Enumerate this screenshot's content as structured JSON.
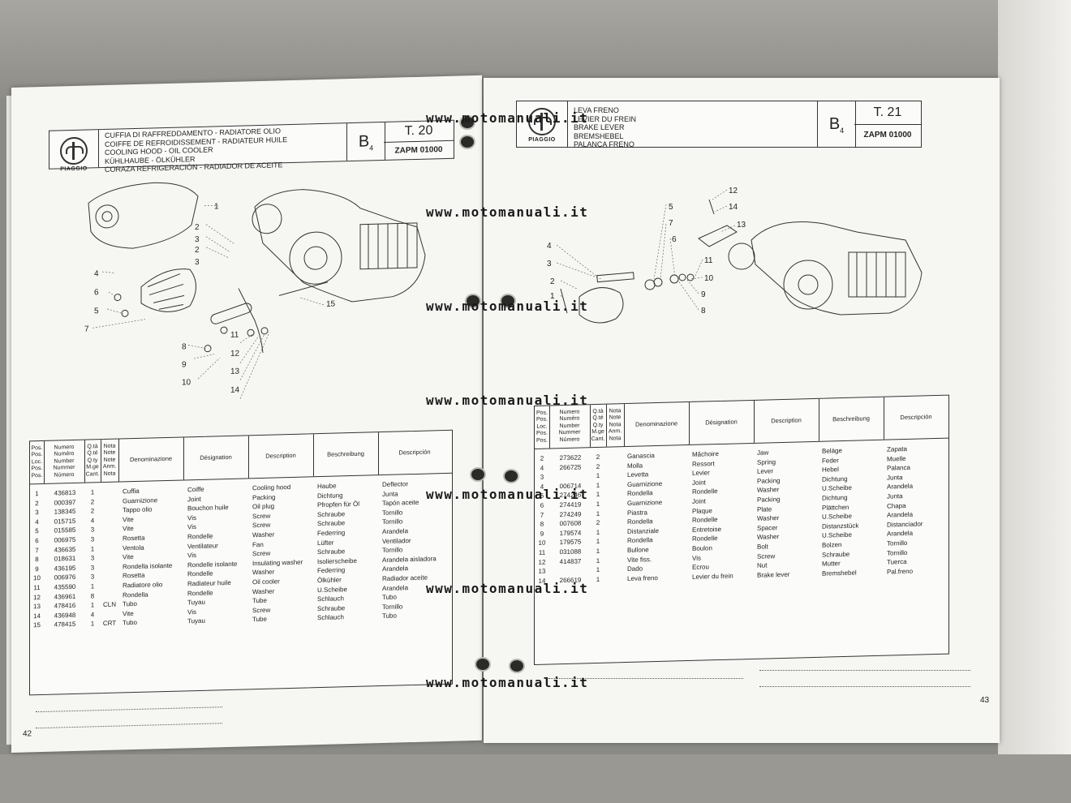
{
  "watermark": "www.motomanuali.it",
  "left": {
    "brand": "PIAGGIO",
    "titles": [
      "CUFFIA DI RAFFREDDAMENTO - RADIATORE OLIO",
      "COIFFE DE REFROIDISSEMENT - RADIATEUR HUILE",
      "COOLING HOOD - OIL COOLER",
      "KÜHLHAUBE - ÖLKÜHLER",
      "CORAZA REFRIGERACIÓN - RADIADOR DE ACEITE"
    ],
    "group": "B",
    "group_sub": "4",
    "table_no": "T. 20",
    "model": "ZAPM 01000",
    "page_number": "42",
    "callouts": [
      "1",
      "2",
      "3",
      "2",
      "3",
      "4",
      "6",
      "5",
      "7",
      "8",
      "9",
      "10",
      "11",
      "12",
      "13",
      "14",
      "15"
    ],
    "headers": {
      "pos": "Pos.\nPos.\nLoc.\nPos.\nPos.",
      "numero": "Numero\nNuméro\nNumber\nNummer\nNúmero",
      "qty": "Q.tà\nQ.té\nQ.ty\nM.ge\nCant.",
      "nota": "Nota\nNote\nNote\nAnm.\nNota",
      "it": "Denominazione",
      "fr": "Désignation",
      "en": "Description",
      "de": "Beschreibung",
      "es": "Descripción"
    },
    "rows": [
      {
        "pos": "1",
        "num": "436813",
        "qty": "1",
        "note": "",
        "it": "Cuffia",
        "fr": "Coiffe",
        "en": "Cooling hood",
        "de": "Haube",
        "es": "Deflector"
      },
      {
        "pos": "2",
        "num": "000397",
        "qty": "2",
        "note": "",
        "it": "Guarnizione",
        "fr": "Joint",
        "en": "Packing",
        "de": "Dichtung",
        "es": "Junta"
      },
      {
        "pos": "3",
        "num": "138345",
        "qty": "2",
        "note": "",
        "it": "Tappo olio",
        "fr": "Bouchon huile",
        "en": "Oil plug",
        "de": "Pfropfen für Öl",
        "es": "Tapón aceite"
      },
      {
        "pos": "4",
        "num": "015715",
        "qty": "4",
        "note": "",
        "it": "Vite",
        "fr": "Vis",
        "en": "Screw",
        "de": "Schraube",
        "es": "Tornillo"
      },
      {
        "pos": "5",
        "num": "015585",
        "qty": "3",
        "note": "",
        "it": "Vite",
        "fr": "Vis",
        "en": "Screw",
        "de": "Schraube",
        "es": "Tornillo"
      },
      {
        "pos": "6",
        "num": "006975",
        "qty": "3",
        "note": "",
        "it": "Rosetta",
        "fr": "Rondelle",
        "en": "Washer",
        "de": "Federring",
        "es": "Arandela"
      },
      {
        "pos": "7",
        "num": "436635",
        "qty": "1",
        "note": "",
        "it": "Ventola",
        "fr": "Ventilateur",
        "en": "Fan",
        "de": "Lüfter",
        "es": "Ventilador"
      },
      {
        "pos": "8",
        "num": "018631",
        "qty": "3",
        "note": "",
        "it": "Vite",
        "fr": "Vis",
        "en": "Screw",
        "de": "Schraube",
        "es": "Tornillo"
      },
      {
        "pos": "9",
        "num": "436195",
        "qty": "3",
        "note": "",
        "it": "Rondella isolante",
        "fr": "Rondelle isolante",
        "en": "Insulating washer",
        "de": "Isolierscheibe",
        "es": "Arandela aisladora"
      },
      {
        "pos": "10",
        "num": "006976",
        "qty": "3",
        "note": "",
        "it": "Rosetta",
        "fr": "Rondelle",
        "en": "Washer",
        "de": "Federring",
        "es": "Arandela"
      },
      {
        "pos": "11",
        "num": "435590",
        "qty": "1",
        "note": "",
        "it": "Radiatore olio",
        "fr": "Radiateur huile",
        "en": "Oil cooler",
        "de": "Ölkühler",
        "es": "Radiador aceite"
      },
      {
        "pos": "12",
        "num": "436961",
        "qty": "8",
        "note": "",
        "it": "Rondella",
        "fr": "Rondelle",
        "en": "Washer",
        "de": "U.Scheibe",
        "es": "Arandela"
      },
      {
        "pos": "13",
        "num": "478416",
        "qty": "1",
        "note": "CLN",
        "it": "Tubo",
        "fr": "Tuyau",
        "en": "Tube",
        "de": "Schlauch",
        "es": "Tubo"
      },
      {
        "pos": "14",
        "num": "436948",
        "qty": "4",
        "note": "",
        "it": "Vite",
        "fr": "Vis",
        "en": "Screw",
        "de": "Schraube",
        "es": "Tornillo"
      },
      {
        "pos": "15",
        "num": "478415",
        "qty": "1",
        "note": "CRT",
        "it": "Tubo",
        "fr": "Tuyau",
        "en": "Tube",
        "de": "Schlauch",
        "es": "Tubo"
      }
    ]
  },
  "right": {
    "brand": "PIAGGIO",
    "titles": [
      "LEVA FRENO",
      "LEVIER DU FREIN",
      "BRAKE LEVER",
      "BREMSHEBEL",
      "PALANCA FRENO"
    ],
    "group": "B",
    "group_sub": "4",
    "table_no": "T. 21",
    "model": "ZAPM 01000",
    "page_number": "43",
    "callouts": [
      "12",
      "14",
      "13",
      "5",
      "7",
      "6",
      "4",
      "3",
      "2",
      "1",
      "11",
      "10",
      "9",
      "8"
    ],
    "headers": {
      "pos": "Pos.\nPos.\nLoc.\nPos.\nPos.",
      "numero": "Numero\nNuméro\nNumber\nNummer\nNúmero",
      "qty": "Q.tà\nQ.té\nQ.ty\nM.ge\nCant.",
      "nota": "Nota\nNote\nNota\nAnm.\nNota",
      "it": "Denominazione",
      "fr": "Désignation",
      "en": "Description",
      "de": "Beschreibung",
      "es": "Descripción"
    },
    "rows": [
      {
        "pos": "2",
        "num": "273622",
        "qty": "2",
        "note": "",
        "it": "Ganascia",
        "fr": "Mâchoire",
        "en": "Jaw",
        "de": "Beläge",
        "es": "Zapata"
      },
      {
        "pos": "4",
        "num": "266725",
        "qty": "2",
        "note": "",
        "it": "Molla",
        "fr": "Ressort",
        "en": "Spring",
        "de": "Feder",
        "es": "Muelle"
      },
      {
        "pos": "3",
        "num": "",
        "qty": "1",
        "note": "",
        "it": "Levetta",
        "fr": "Levier",
        "en": "Lever",
        "de": "Hebel",
        "es": "Palanca"
      },
      {
        "pos": "4",
        "num": "006714",
        "qty": "1",
        "note": "",
        "it": "Guarnizione",
        "fr": "Joint",
        "en": "Packing",
        "de": "Dichtung",
        "es": "Junta"
      },
      {
        "pos": "5",
        "num": "274246",
        "qty": "1",
        "note": "",
        "it": "Rondella",
        "fr": "Rondelle",
        "en": "Washer",
        "de": "U.Scheibe",
        "es": "Arandela"
      },
      {
        "pos": "6",
        "num": "274419",
        "qty": "1",
        "note": "",
        "it": "Guarnizione",
        "fr": "Joint",
        "en": "Packing",
        "de": "Dichtung",
        "es": "Junta"
      },
      {
        "pos": "7",
        "num": "274249",
        "qty": "1",
        "note": "",
        "it": "Piastra",
        "fr": "Plaque",
        "en": "Plate",
        "de": "Plättchen",
        "es": "Chapa"
      },
      {
        "pos": "8",
        "num": "007608",
        "qty": "2",
        "note": "",
        "it": "Rondella",
        "fr": "Rondelle",
        "en": "Washer",
        "de": "U.Scheibe",
        "es": "Arandela"
      },
      {
        "pos": "9",
        "num": "179574",
        "qty": "1",
        "note": "",
        "it": "Distanziale",
        "fr": "Entretoise",
        "en": "Spacer",
        "de": "Distanzstück",
        "es": "Distanciador"
      },
      {
        "pos": "10",
        "num": "179575",
        "qty": "1",
        "note": "",
        "it": "Rondella",
        "fr": "Rondelle",
        "en": "Washer",
        "de": "U.Scheibe",
        "es": "Arandela"
      },
      {
        "pos": "11",
        "num": "031088",
        "qty": "1",
        "note": "",
        "it": "Bullone",
        "fr": "Boulon",
        "en": "Bolt",
        "de": "Bolzen",
        "es": "Tornillo"
      },
      {
        "pos": "12",
        "num": "414837",
        "qty": "1",
        "note": "",
        "it": "Vite fiss.",
        "fr": "Vis",
        "en": "Screw",
        "de": "Schraube",
        "es": "Tornillo"
      },
      {
        "pos": "13",
        "num": "",
        "qty": "1",
        "note": "",
        "it": "Dado",
        "fr": "Ecrou",
        "en": "Nut",
        "de": "Mutter",
        "es": "Tuerca"
      },
      {
        "pos": "14",
        "num": "266619",
        "qty": "1",
        "note": "",
        "it": "Leva freno",
        "fr": "Levier du frein",
        "en": "Brake lever",
        "de": "Bremshebel",
        "es": "Pal.freno"
      }
    ]
  }
}
